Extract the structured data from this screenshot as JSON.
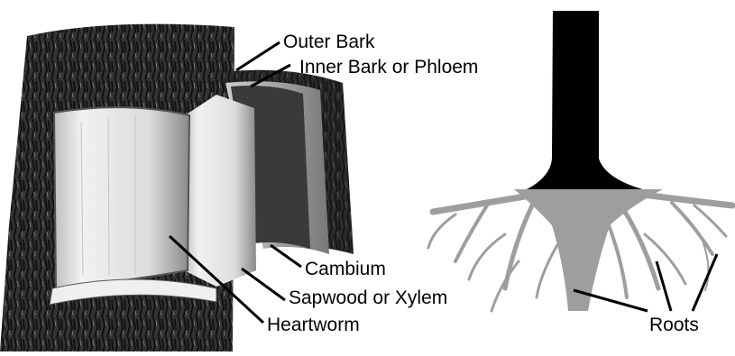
{
  "trunk_labels": {
    "outer_bark": "Outer Bark",
    "inner_bark": "Inner Bark or Phloem",
    "cambium": "Cambium",
    "sapwood": "Sapwood or Xylem",
    "heartwood": "Heartworm"
  },
  "root_labels": {
    "roots": "Roots"
  },
  "colors": {
    "bark": "#2a2a2a",
    "wood": "#e4e4e4",
    "root_gray": "#9e9e9e",
    "trunk_black": "#000000"
  }
}
